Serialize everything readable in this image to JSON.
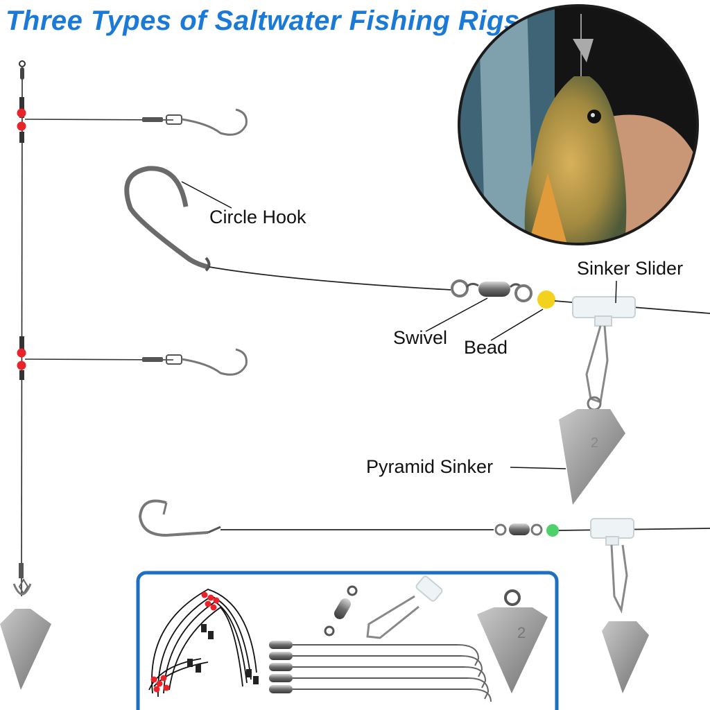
{
  "title": "Three Types of Saltwater Fishing Rigs",
  "labels": {
    "circle_hook": "Circle Hook",
    "sinker_slider": "Sinker Slider",
    "swivel": "Swivel",
    "bead": "Bead",
    "pyramid_sinker": "Pyramid Sinker"
  },
  "sinker_mark": "2",
  "colors": {
    "title": "#1a7ad6",
    "frame": "#1e6fc2",
    "bead_red": "#e8232a",
    "bead_yellow": "#f2d21c",
    "bead_green": "#4ed06a",
    "metal": "#9a9a9a"
  }
}
